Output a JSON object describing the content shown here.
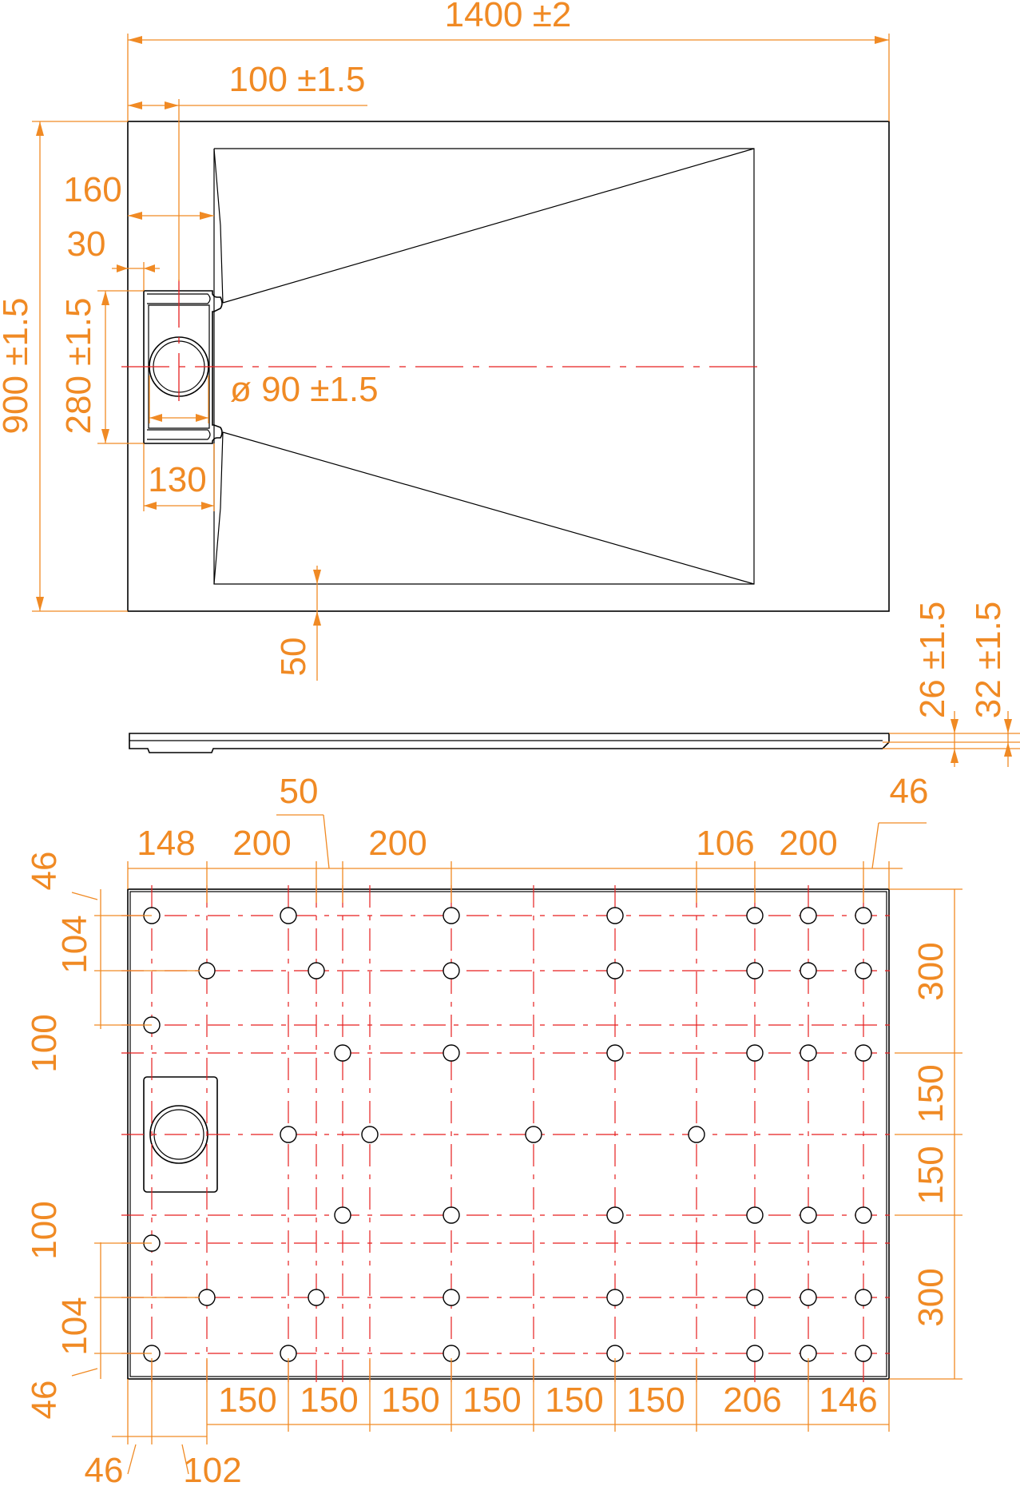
{
  "top_view": {
    "width": "1400 ±2",
    "drain_offset_x": "100 ±1.5",
    "height": "900 ±1.5",
    "inner_offset": "160",
    "drain_edge": "30",
    "drain_box_height": "280 ±1.5",
    "drain_diameter": "ø 90 ±1.5",
    "drain_box_width": "130",
    "border_bottom": "50"
  },
  "side_view": {
    "thickness_inner": "26 ±1.5",
    "thickness_outer": "32 ±1.5"
  },
  "bottom_view": {
    "top_dims": [
      "148",
      "200",
      "50",
      "200",
      "106",
      "200",
      "46"
    ],
    "left_dims": [
      "46",
      "104",
      "100",
      "100",
      "104",
      "46"
    ],
    "right_dims": [
      "300",
      "150",
      "150",
      "300"
    ],
    "bottom_dims": [
      "150",
      "150",
      "150",
      "150",
      "150",
      "150",
      "206",
      "146"
    ],
    "bottom_edge_dims": [
      "46",
      "102"
    ]
  }
}
